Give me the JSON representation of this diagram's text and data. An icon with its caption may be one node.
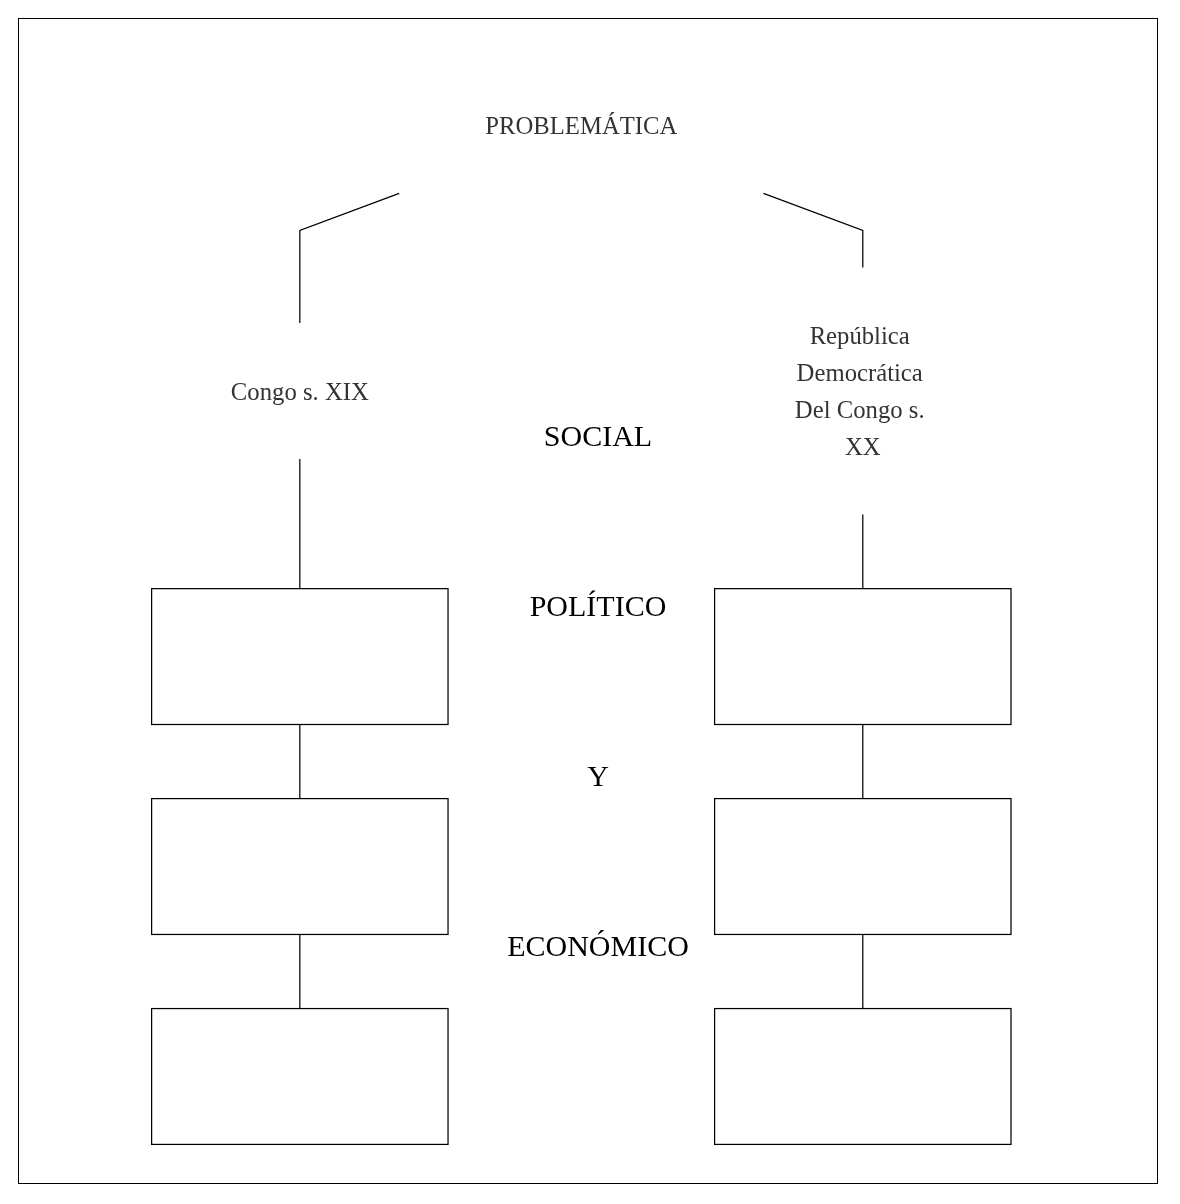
{
  "diagram": {
    "nodes": [
      {
        "text": [
          "PROBLEMÁTICA"
        ]
      },
      {
        "text": [
          "Congo s. XIX"
        ]
      },
      {
        "text": [
          "República Democrática Del Congo s. XX"
        ]
      },
      {
        "text": [],
        "shape": "box"
      },
      {
        "text": [],
        "shape": "box"
      },
      {
        "text": [],
        "shape": "box"
      },
      {
        "text": [],
        "shape": "box"
      },
      {
        "text": [],
        "shape": "box"
      },
      {
        "text": [],
        "shape": "box"
      }
    ],
    "edges": [
      {
        "from": 0,
        "to": 1,
        "arrow": "none"
      },
      {
        "from": 0,
        "to": 2,
        "arrow": "none"
      },
      {
        "from": 1,
        "to": 3,
        "arrow": "none"
      },
      {
        "from": 3,
        "to": 4,
        "arrow": "none"
      },
      {
        "from": 4,
        "to": 5,
        "arrow": "none"
      },
      {
        "from": 2,
        "to": 6,
        "arrow": "none"
      },
      {
        "from": 6,
        "to": 7,
        "arrow": "none"
      },
      {
        "from": 7,
        "to": 8,
        "arrow": "none"
      }
    ],
    "labels": [
      "SOCIAL",
      "POLÍTICO",
      "Y",
      "ECONÓMICO"
    ]
  }
}
